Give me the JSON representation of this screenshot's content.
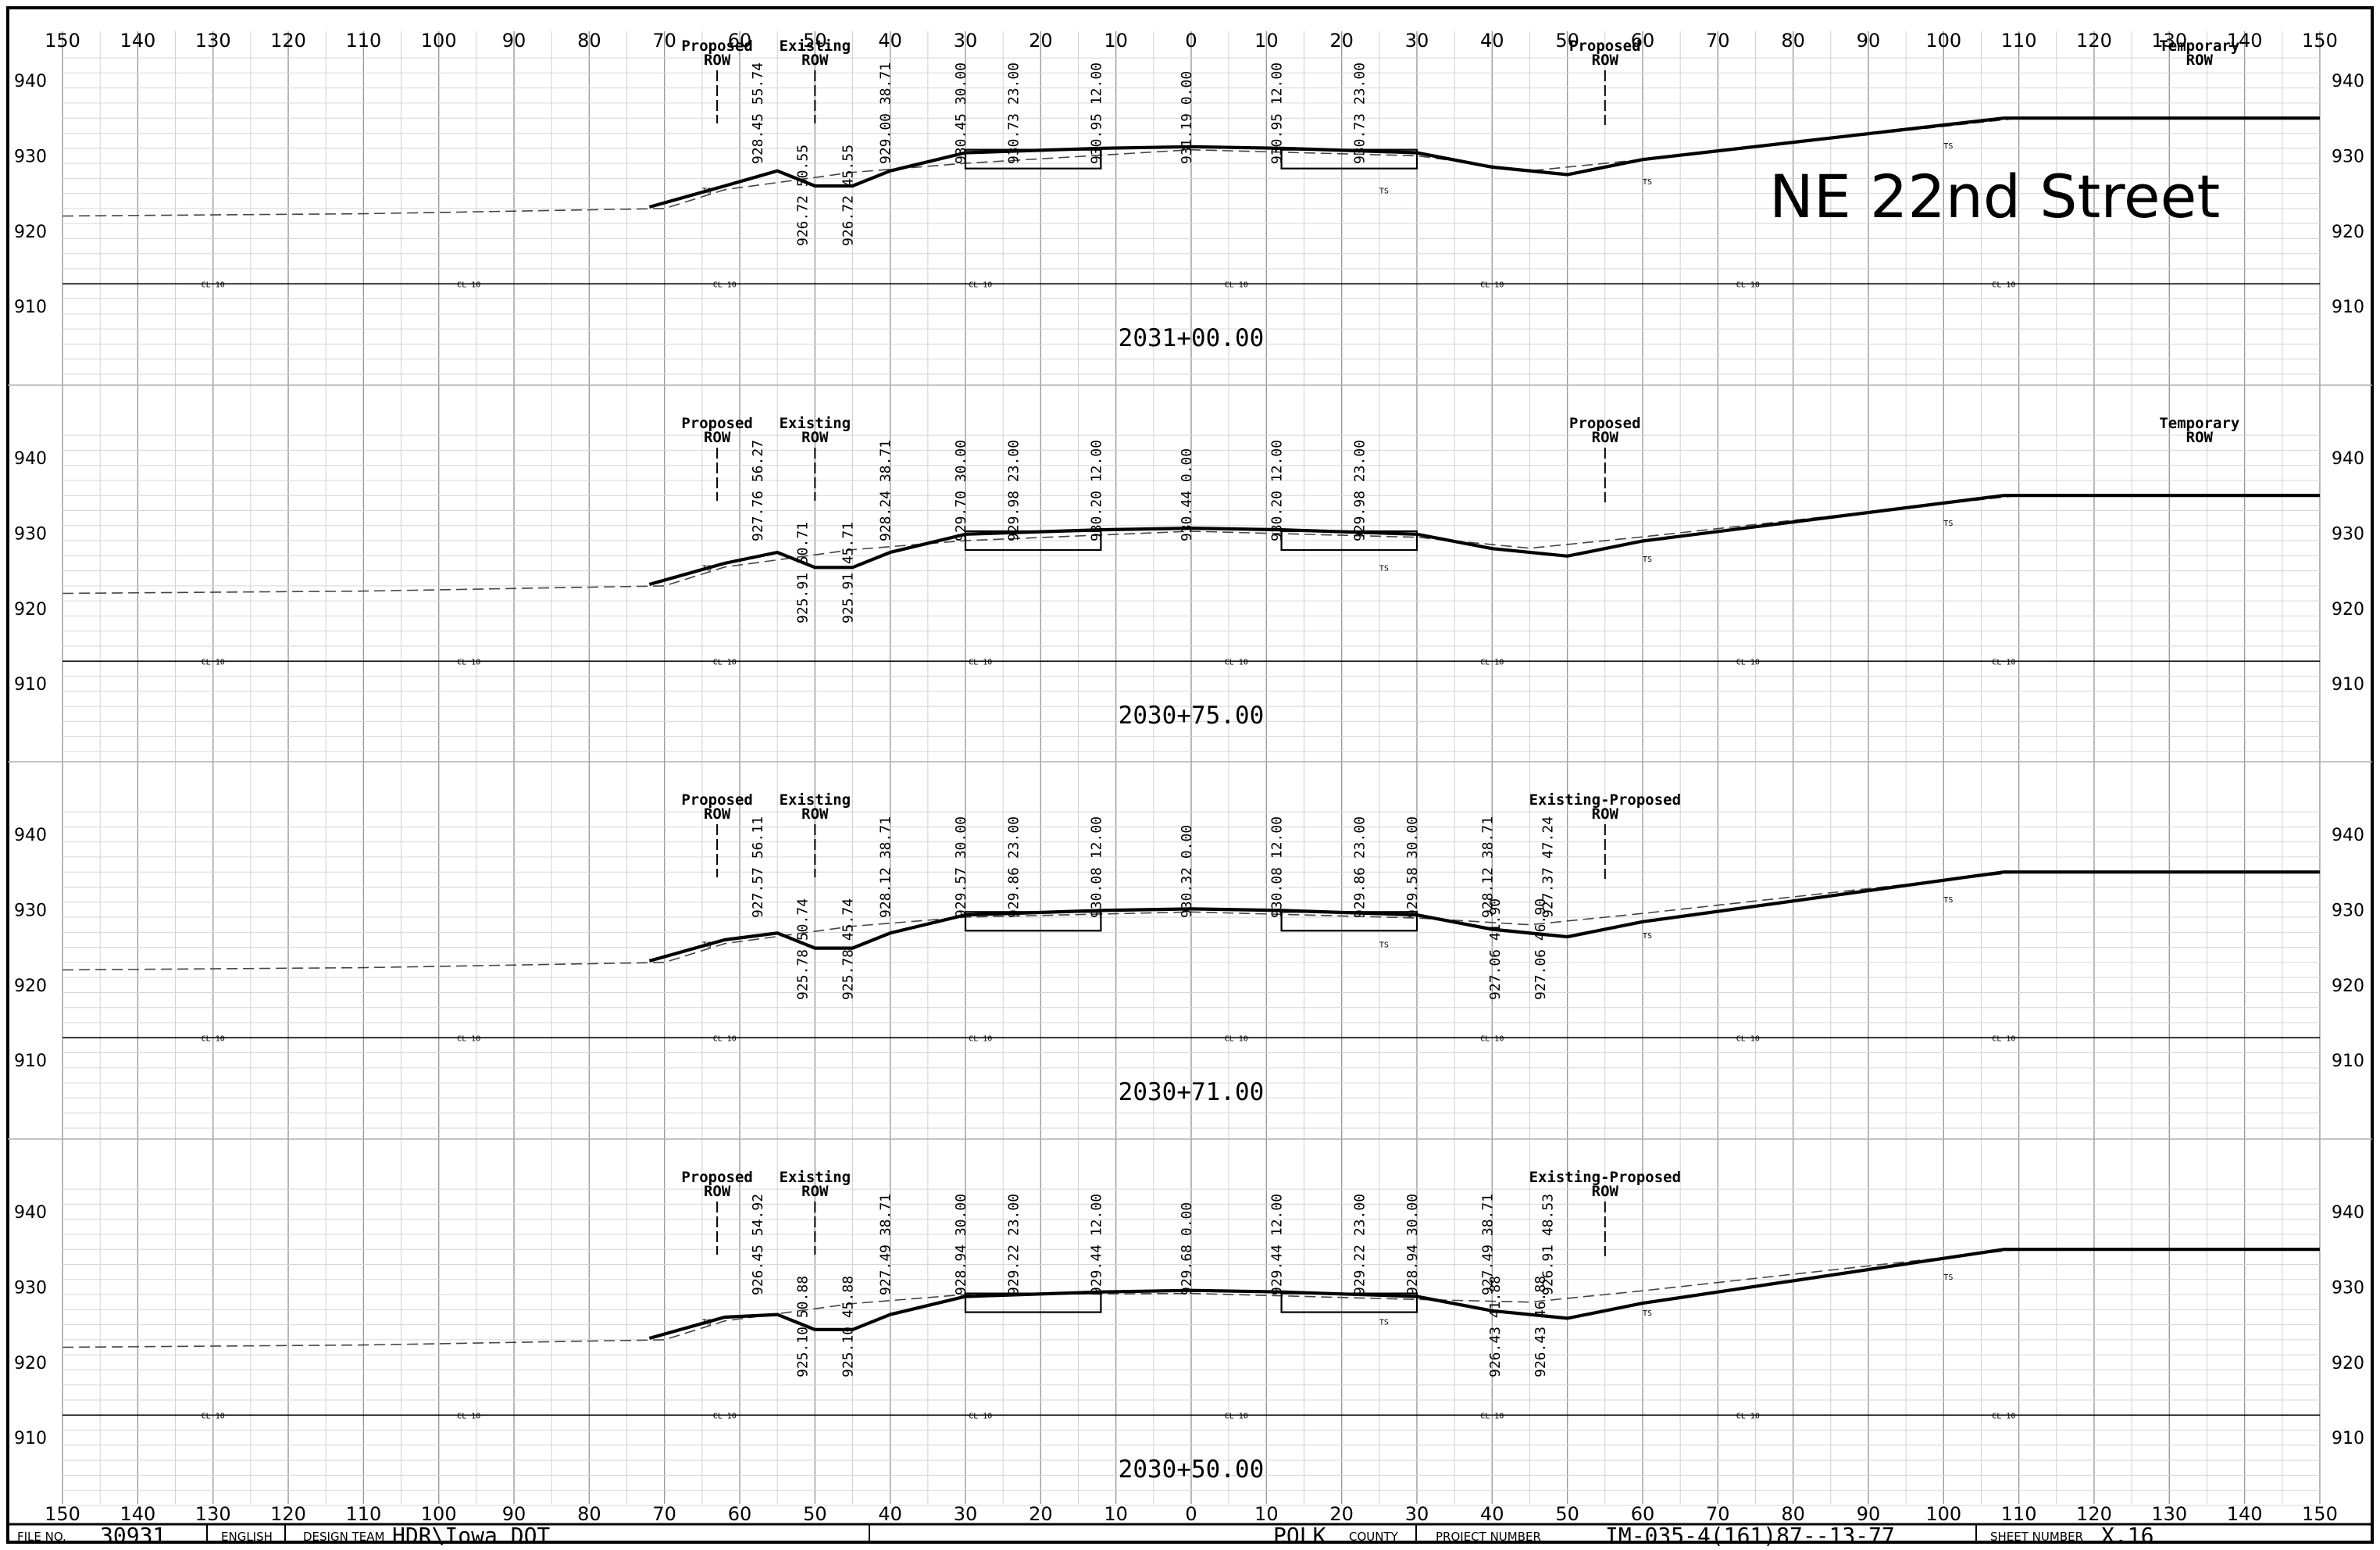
{
  "sheet": {
    "title": "NE 22nd Street",
    "x_axis_ticks": [
      "150",
      "140",
      "130",
      "120",
      "110",
      "100",
      "90",
      "80",
      "70",
      "60",
      "50",
      "40",
      "30",
      "20",
      "10",
      "0",
      "10",
      "20",
      "30",
      "40",
      "50",
      "60",
      "70",
      "80",
      "90",
      "100",
      "110",
      "120",
      "130",
      "140",
      "150"
    ],
    "cl_label": "CL 10",
    "ts_label": "TS"
  },
  "labels": {
    "proposed": "Proposed",
    "existing": "Existing",
    "temporary": "Temporary",
    "row": "ROW",
    "existing_proposed": "Existing-Proposed"
  },
  "sections": [
    {
      "station": "2031+00.00",
      "elevations": [
        "940",
        "930",
        "920",
        "910"
      ],
      "annotations_top": [
        "928.45 55.74",
        "929.00 38.71",
        "930.45 30.00",
        "930.73 23.00",
        "930.95 12.00",
        "931.19 0.00",
        "930.95 12.00",
        "930.73 23.00"
      ],
      "annotations_bottom": [
        "926.72 50.55",
        "926.72 45.55"
      ]
    },
    {
      "station": "2030+75.00",
      "elevations": [
        "940",
        "930",
        "920",
        "910"
      ],
      "annotations_top": [
        "927.76 56.27",
        "928.24 38.71",
        "929.70 30.00",
        "929.98 23.00",
        "930.20 12.00",
        "930.44 0.00",
        "930.20 12.00",
        "929.98 23.00"
      ],
      "annotations_bottom": [
        "925.91 50.71",
        "925.91 45.71"
      ]
    },
    {
      "station": "2030+71.00",
      "elevations": [
        "940",
        "930",
        "920",
        "910"
      ],
      "annotations_top": [
        "927.57 56.11",
        "928.12 38.71",
        "929.57 30.00",
        "929.86 23.00",
        "930.08 12.00",
        "930.32 0.00",
        "930.08 12.00",
        "929.86 23.00",
        "929.58 30.00",
        "928.12 38.71",
        "927.37 47.24"
      ],
      "annotations_bottom": [
        "925.78 50.74",
        "925.78 45.74",
        "927.06 41.90",
        "927.06 46.90"
      ]
    },
    {
      "station": "2030+50.00",
      "elevations": [
        "940",
        "930",
        "920",
        "910"
      ],
      "annotations_top": [
        "926.45 54.92",
        "927.49 38.71",
        "928.94 30.00",
        "929.22 23.00",
        "929.44 12.00",
        "929.68 0.00",
        "929.44 12.00",
        "929.22 23.00",
        "928.94 30.00",
        "927.49 38.71",
        "926.91 48.53"
      ],
      "annotations_bottom": [
        "925.10 50.88",
        "925.10 45.88",
        "926.43 41.88",
        "926.43 46.88"
      ]
    }
  ],
  "title_block": {
    "file_no_label": "FILE NO.",
    "file_no": "30931",
    "units": "ENGLISH",
    "design_team_label": "DESIGN TEAM",
    "design_team": "HDR\\Iowa DOT",
    "county": "POLK",
    "county_label": "COUNTY",
    "project_number_label": "PROJECT NUMBER",
    "project_number": "IM-035-4(161)87--13-77",
    "sheet_number_label": "SHEET NUMBER",
    "sheet_number": "X.16"
  }
}
